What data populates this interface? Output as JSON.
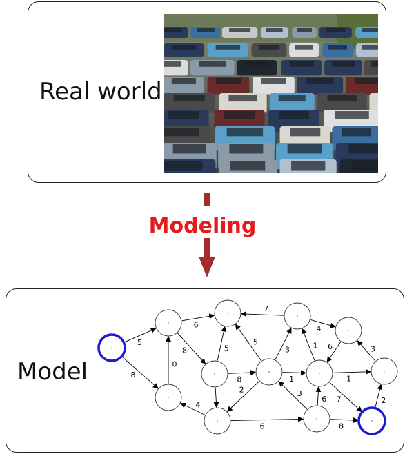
{
  "top_panel": {
    "label": "Real world"
  },
  "photo": {
    "description_icon": "traffic-jam-photo"
  },
  "arrow": {
    "label": "Modeling",
    "color": "#e41a1c",
    "arrow_color": "#a62b2b"
  },
  "bottom_panel": {
    "label": "Model"
  },
  "graph": {
    "highlight_color": "#1a1ad6",
    "nodes": [
      {
        "id": "A",
        "highlight": true
      },
      {
        "id": "B"
      },
      {
        "id": "C"
      },
      {
        "id": "D"
      },
      {
        "id": "E"
      },
      {
        "id": "F"
      },
      {
        "id": "G"
      },
      {
        "id": "H"
      },
      {
        "id": "I"
      },
      {
        "id": "J"
      },
      {
        "id": "K"
      },
      {
        "id": "L"
      },
      {
        "id": "M"
      },
      {
        "id": "N",
        "highlight": true
      }
    ],
    "edges": [
      {
        "from": "A",
        "to": "B",
        "weight": "5"
      },
      {
        "from": "A",
        "to": "C",
        "weight": "8"
      },
      {
        "from": "C",
        "to": "B",
        "weight": "0"
      },
      {
        "from": "B",
        "to": "D",
        "weight": "6"
      },
      {
        "from": "B",
        "to": "E",
        "weight": "8"
      },
      {
        "from": "E",
        "to": "D",
        "weight": "5"
      },
      {
        "from": "E",
        "to": "F",
        "weight": "8"
      },
      {
        "from": "F",
        "to": "D",
        "weight": "5"
      },
      {
        "from": "G",
        "to": "D",
        "weight": "7"
      },
      {
        "from": "F",
        "to": "G",
        "weight": "3"
      },
      {
        "from": "G",
        "to": "H",
        "weight": "4"
      },
      {
        "from": "H",
        "to": "I",
        "weight": "6"
      },
      {
        "from": "I",
        "to": "G",
        "weight": "1"
      },
      {
        "from": "F",
        "to": "I",
        "weight": "1"
      },
      {
        "from": "I",
        "to": "J",
        "weight": "1"
      },
      {
        "from": "J",
        "to": "H",
        "weight": "3"
      },
      {
        "from": "F",
        "to": "K",
        "weight": "2"
      },
      {
        "from": "K",
        "to": "C",
        "weight": "4"
      },
      {
        "from": "E",
        "to": "K",
        "weight": ""
      },
      {
        "from": "K",
        "to": "L",
        "weight": "6"
      },
      {
        "from": "L",
        "to": "F",
        "weight": "3"
      },
      {
        "from": "L",
        "to": "I",
        "weight": "6"
      },
      {
        "from": "L",
        "to": "N",
        "weight": "8"
      },
      {
        "from": "I",
        "to": "N",
        "weight": "7"
      },
      {
        "from": "N",
        "to": "J",
        "weight": "2"
      }
    ]
  }
}
